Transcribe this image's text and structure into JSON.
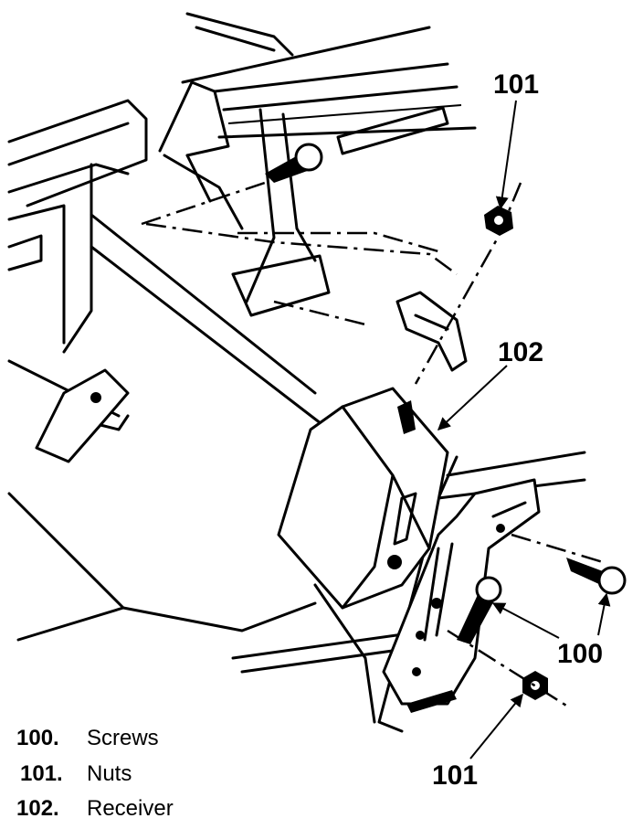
{
  "callouts": {
    "c101_top": "101",
    "c102": "102",
    "c100": "100",
    "c101_bottom": "101"
  },
  "legend": [
    {
      "number": "100.",
      "label": "Screws"
    },
    {
      "number": "101.",
      "label": "Nuts"
    },
    {
      "number": "102.",
      "label": "Receiver"
    }
  ]
}
